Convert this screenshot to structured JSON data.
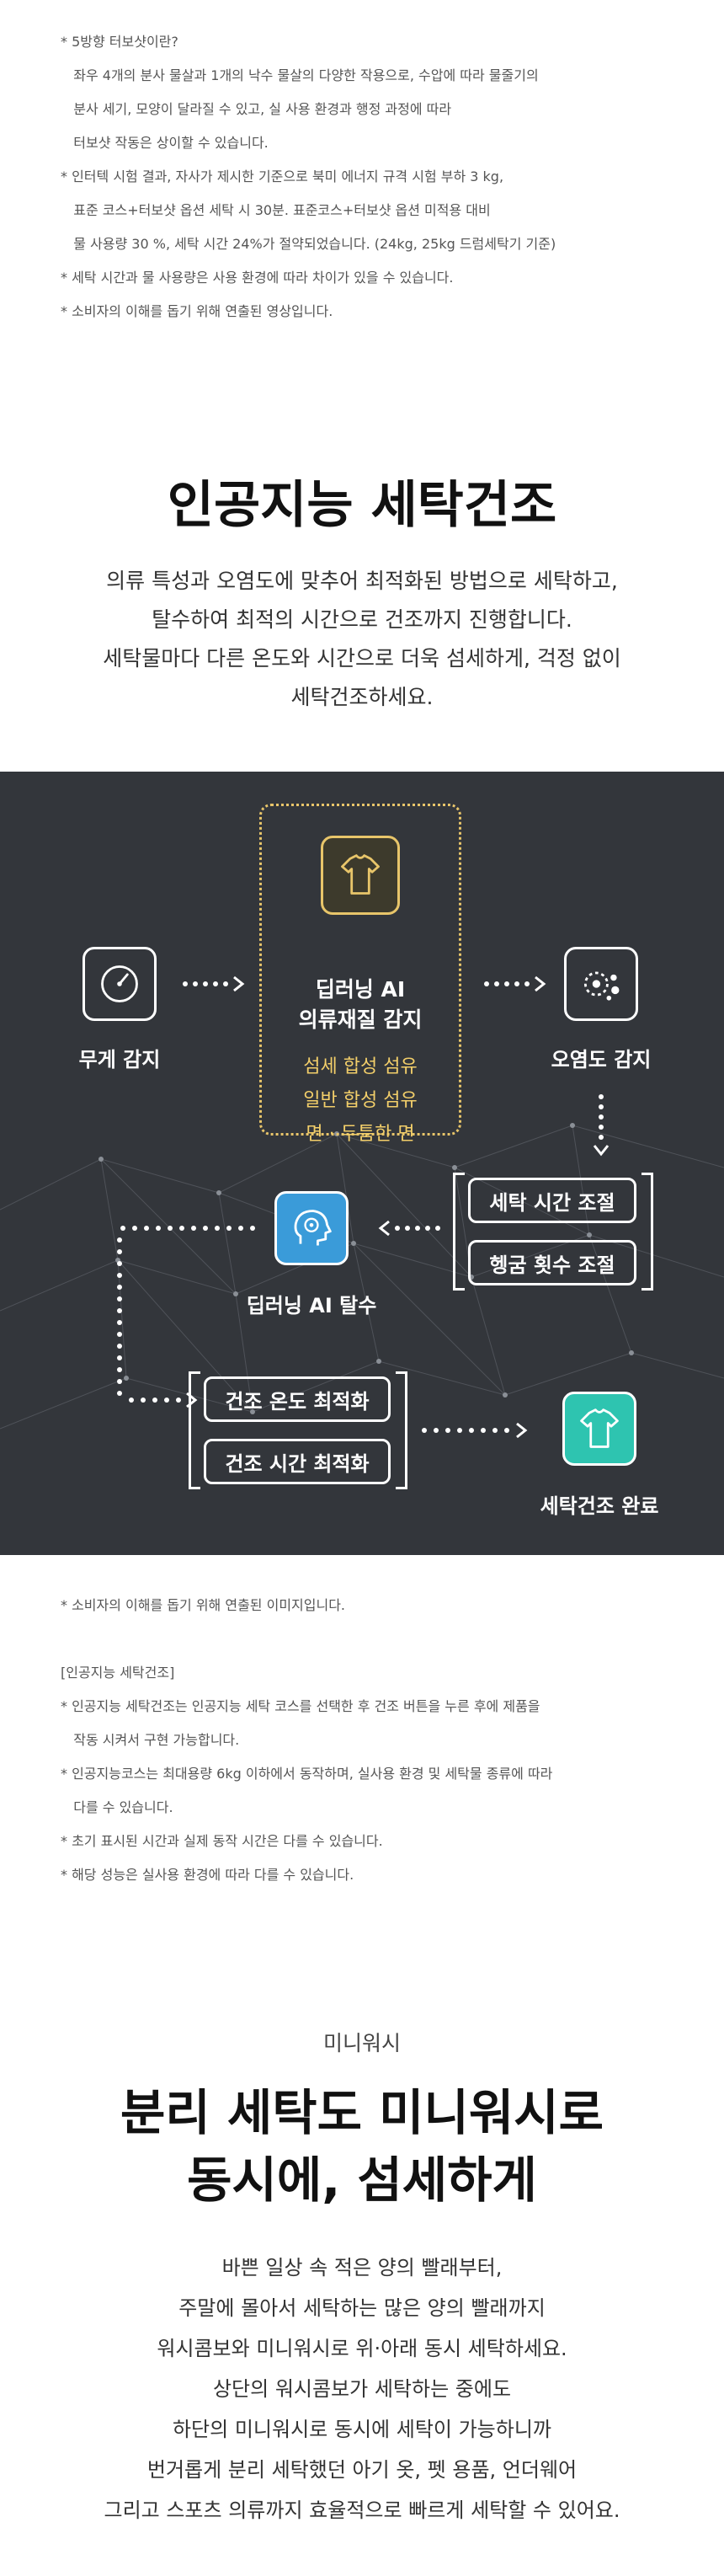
{
  "notes_top": [
    "* 5방향 터보샷이란?",
    "   좌우 4개의 분사 물살과 1개의 낙수 물살의 다양한 작용으로, 수압에 따라 물줄기의",
    "   분사 세기, 모양이 달라질 수 있고, 실 사용 환경과 행정 과정에 따라",
    "   터보샷 작동은 상이할 수 있습니다.",
    "* 인터텍 시험 결과, 자사가 제시한 기준으로 북미 에너지 규격 시험 부하 3 kg,",
    "   표준 코스+터보샷 옵션 세탁 시 30분. 표준코스+터보샷 옵션 미적용 대비",
    "   물 사용량 30 %, 세탁 시간 24%가 절약되었습니다. (24kg, 25kg 드럼세탁기 기준)",
    "* 세탁 시간과 물 사용량은 사용 환경에 따라 차이가 있을 수 있습니다.",
    "* 소비자의 이해를 돕기 위해 연출된 영상입니다."
  ],
  "ai_section": {
    "title": "인공지능 세탁건조",
    "description": "의류 특성과 오염도에 맞추어 최적화된 방법으로 세탁하고,\n탈수하여 최적의 시간으로 건조까지 진행합니다.\n세탁물마다 다른 온도와 시간으로 더욱 섬세하게, 걱정 없이\n세탁건조하세요."
  },
  "diagram": {
    "weight_label": "무게 감지",
    "core_title": [
      "딥러닝 AI",
      "의류재질 감지"
    ],
    "core_items": [
      "섬세 합성 섬유",
      "일반 합성 섬유",
      "면 · 두툼한 면"
    ],
    "soil_label": "오염도 감지",
    "wash_time_label": "세탁 시간 조절",
    "rinse_count_label": "헹굼 횟수 조절",
    "spin_label": "딥러닝 AI 탈수",
    "dry_temp_label": "건조 온도 최적화",
    "dry_time_label": "건조 시간 최적화",
    "done_label": "세탁건조 완료",
    "icons": [
      "gauge-icon",
      "shirt-icon",
      "stain-sensor-icon",
      "ai-head-icon",
      "shirt-complete-icon"
    ],
    "colors": {
      "panel": "#33363b",
      "gold": "#e8c56a",
      "blue": "#3a9bd9",
      "teal": "#2ec4b0"
    }
  },
  "notes_mid_single": "* 소비자의 이해를 돕기 위해 연출된 이미지입니다.",
  "notes_mid": [
    "[인공지능 세탁건조]",
    "* 인공지능 세탁건조는 인공지능 세탁 코스를 선택한 후 건조 버튼을 누른 후에 제품을",
    "   작동 시켜서 구현 가능합니다.",
    "* 인공지능코스는 최대용량 6kg 이하에서 동작하며, 실사용 환경 및 세탁물 종류에 따라",
    "   다를 수 있습니다.",
    "* 초기 표시된 시간과 실제 동작 시간은 다를 수 있습니다.",
    "* 해당 성능은 실사용 환경에 따라 다를 수 있습니다."
  ],
  "mini_section": {
    "eyebrow": "미니워시",
    "title_line1": "분리 세탁도 미니워시로",
    "title_line2": "동시에, 섬세하게",
    "description": "바쁜 일상 속 적은 양의 빨래부터,\n주말에 몰아서 세탁하는 많은 양의 빨래까지\n워시콤보와 미니워시로 위·아래 동시 세탁하세요.\n상단의 워시콤보가 세탁하는 중에도\n하단의 미니워시로 동시에 세탁이 가능하니까\n번거롭게 분리 세탁했던 아기 옷, 펫 용품, 언더웨어\n그리고 스포츠 의류까지 효율적으로 빠르게 세탁할 수 있어요."
  }
}
